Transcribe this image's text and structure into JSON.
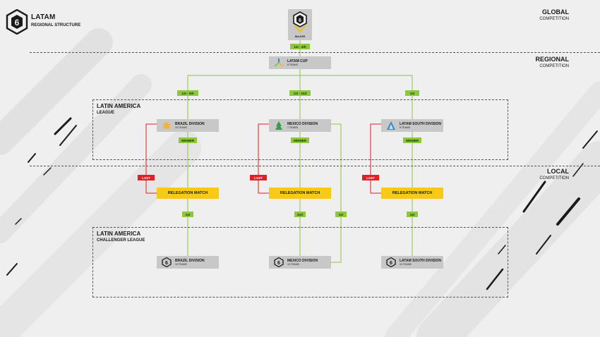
{
  "header": {
    "brand_title": "LATAM",
    "brand_subtitle": "REGIONAL STRUCTURE",
    "logo_icon": "rainbow-six-logo-icon"
  },
  "tiers": {
    "global": {
      "title": "GLOBAL",
      "subtitle": "COMPETITION"
    },
    "regional": {
      "title": "REGIONAL",
      "subtitle": "COMPETITION"
    },
    "local": {
      "title": "LOCAL",
      "subtitle": "COMPETITION"
    }
  },
  "major": {
    "name": "MAJOR",
    "qualify_tag": "1st - 4th"
  },
  "latam_cup": {
    "name": "LATAM CUP",
    "teams": "8 TEAMS"
  },
  "league": {
    "title": "LATIN AMERICA",
    "subtitle": "LEAGUE"
  },
  "challenger": {
    "title": "LATIN AMERICA",
    "subtitle": "CHALLENGER LEAGUE"
  },
  "columns": [
    {
      "cup_tag": "1st - 5th",
      "league_name": "BRAZIL DIVISION",
      "league_teams": "10 TEAMS",
      "winner_tag": "WINNER",
      "last_tag": "LAST",
      "relegation": "RELEGATION MATCH",
      "promote_tag": "1st",
      "challenger_name": "BRAZIL DIVISION",
      "challenger_teams": "10 TEAMS"
    },
    {
      "cup_tag": "1st - 2nd",
      "league_name": "MEXICO DIVISION",
      "league_teams": "7 TEAMS",
      "winner_tag": "WINNER",
      "last_tag": "LAST",
      "relegation": "RELEGATION MATCH",
      "promote_tag": "2nd",
      "direct_tag": "1st",
      "challenger_name": "MEXICO DIVISION",
      "challenger_teams": "10 TEAMS"
    },
    {
      "cup_tag": "1st",
      "league_name": "LATAM SOUTH DIVISION",
      "league_teams": "8 TEAMS",
      "winner_tag": "WINNER",
      "last_tag": "LAST",
      "relegation": "RELEGATION MATCH",
      "promote_tag": "1st",
      "challenger_name": "LATAM SOUTH DIVISION",
      "challenger_teams": "10 TEAMS"
    }
  ],
  "colors": {
    "advance": "#8dc63f",
    "relegate": "#e31e24",
    "relegation_match": "#f7cb15",
    "card": "#c8c8c8",
    "brazil": "#f2b33d",
    "mexico": "#3b9a4a",
    "south": "#3c86c6"
  }
}
